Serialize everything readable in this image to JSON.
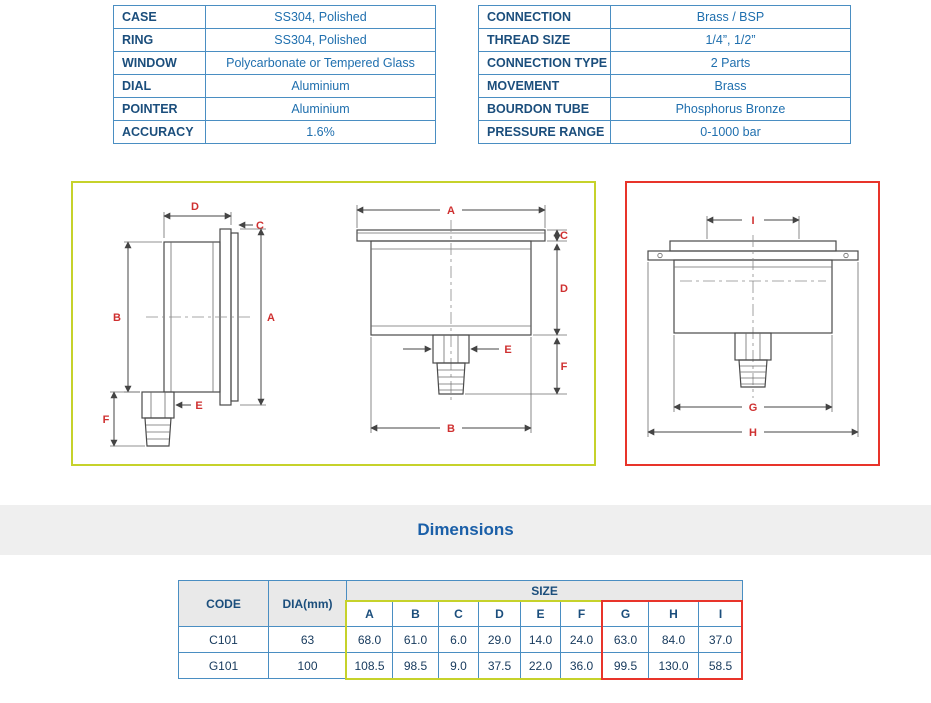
{
  "specs_left": [
    {
      "label": "CASE",
      "value": "SS304, Polished"
    },
    {
      "label": "RING",
      "value": "SS304, Polished"
    },
    {
      "label": "WINDOW",
      "value": "Polycarbonate or Tempered Glass"
    },
    {
      "label": "DIAL",
      "value": "Aluminium"
    },
    {
      "label": "POINTER",
      "value": "Aluminium"
    },
    {
      "label": "ACCURACY",
      "value": "1.6%"
    }
  ],
  "specs_right": [
    {
      "label": "CONNECTION",
      "value": "Brass / BSP"
    },
    {
      "label": "THREAD SIZE",
      "value": "1/4”, 1/2”"
    },
    {
      "label": "CONNECTION TYPE",
      "value": "2 Parts"
    },
    {
      "label": "MOVEMENT",
      "value": "Brass"
    },
    {
      "label": "BOURDON TUBE",
      "value": "Phosphorus Bronze"
    },
    {
      "label": "PRESSURE RANGE",
      "value": "0-1000 bar"
    }
  ],
  "section_title": "Dimensions",
  "dims": {
    "a": "A",
    "b": "B",
    "c": "C",
    "d": "D",
    "e": "E",
    "f": "F",
    "g": "G",
    "h": "H",
    "i": "I"
  },
  "dim_table": {
    "code_header": "CODE",
    "dia_header": "DIA(mm)",
    "size_header": "SIZE",
    "size_cols": [
      "A",
      "B",
      "C",
      "D",
      "E",
      "F",
      "G",
      "H",
      "I"
    ],
    "rows": [
      {
        "code": "C101",
        "dia": "63",
        "values": [
          "68.0",
          "61.0",
          "6.0",
          "29.0",
          "14.0",
          "24.0",
          "63.0",
          "84.0",
          "37.0"
        ]
      },
      {
        "code": "G101",
        "dia": "100",
        "values": [
          "108.5",
          "98.5",
          "9.0",
          "37.5",
          "22.0",
          "36.0",
          "99.5",
          "130.0",
          "58.5"
        ]
      }
    ]
  },
  "colors": {
    "header_blue": "#1b4e7c",
    "value_blue": "#1f6fae",
    "table_border_blue": "#4a8ec2",
    "box_yellow_green": "#c6d22b",
    "box_red": "#e8342a",
    "dim_label_red": "#cf3030",
    "band_gray": "#efefef"
  }
}
